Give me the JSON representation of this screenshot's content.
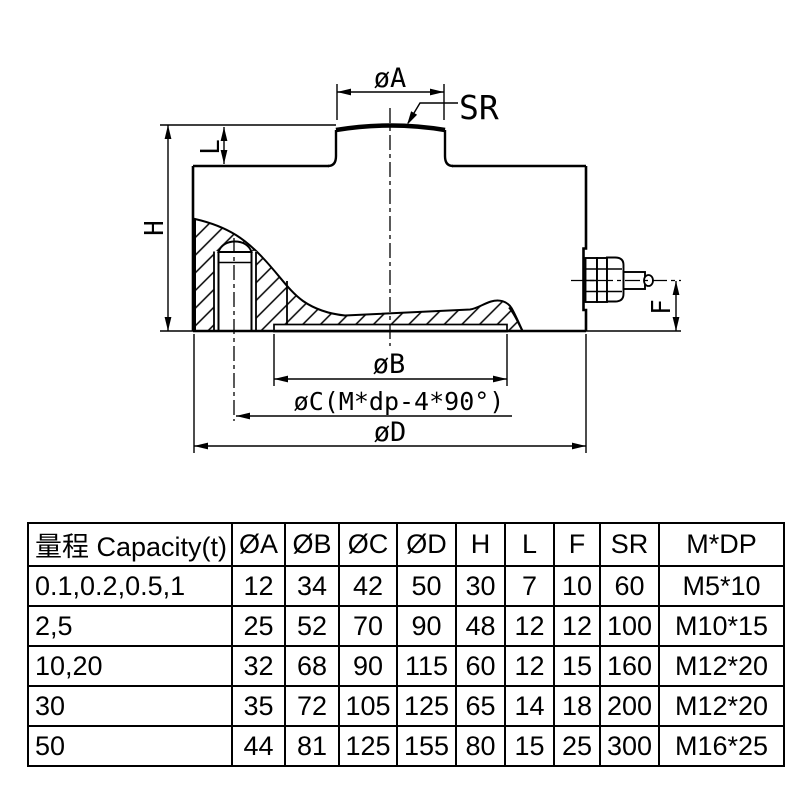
{
  "drawing": {
    "labels": {
      "dia_a": "øA",
      "sr": "SR",
      "h": "H",
      "l": "L",
      "f": "F",
      "dia_b": "øB",
      "dia_c": "øC(M*dp-4*90°)",
      "dia_d": "øD"
    }
  },
  "table": {
    "headers": [
      "量程 Capacity(t)",
      "ØA",
      "ØB",
      "ØC",
      "ØD",
      "H",
      "L",
      "F",
      "SR",
      "M*DP"
    ],
    "rows": [
      [
        "0.1,0.2,0.5,1",
        "12",
        "34",
        "42",
        "50",
        "30",
        "7",
        "10",
        "60",
        "M5*10"
      ],
      [
        "2,5",
        "25",
        "52",
        "70",
        "90",
        "48",
        "12",
        "12",
        "100",
        "M10*15"
      ],
      [
        "10,20",
        "32",
        "68",
        "90",
        "115",
        "60",
        "12",
        "15",
        "160",
        "M12*20"
      ],
      [
        "30",
        "35",
        "72",
        "105",
        "125",
        "65",
        "14",
        "18",
        "200",
        "M12*20"
      ],
      [
        "50",
        "44",
        "81",
        "125",
        "155",
        "80",
        "15",
        "25",
        "300",
        "M16*25"
      ]
    ]
  },
  "colors": {
    "ink": "#000000",
    "paper": "#ffffff"
  }
}
